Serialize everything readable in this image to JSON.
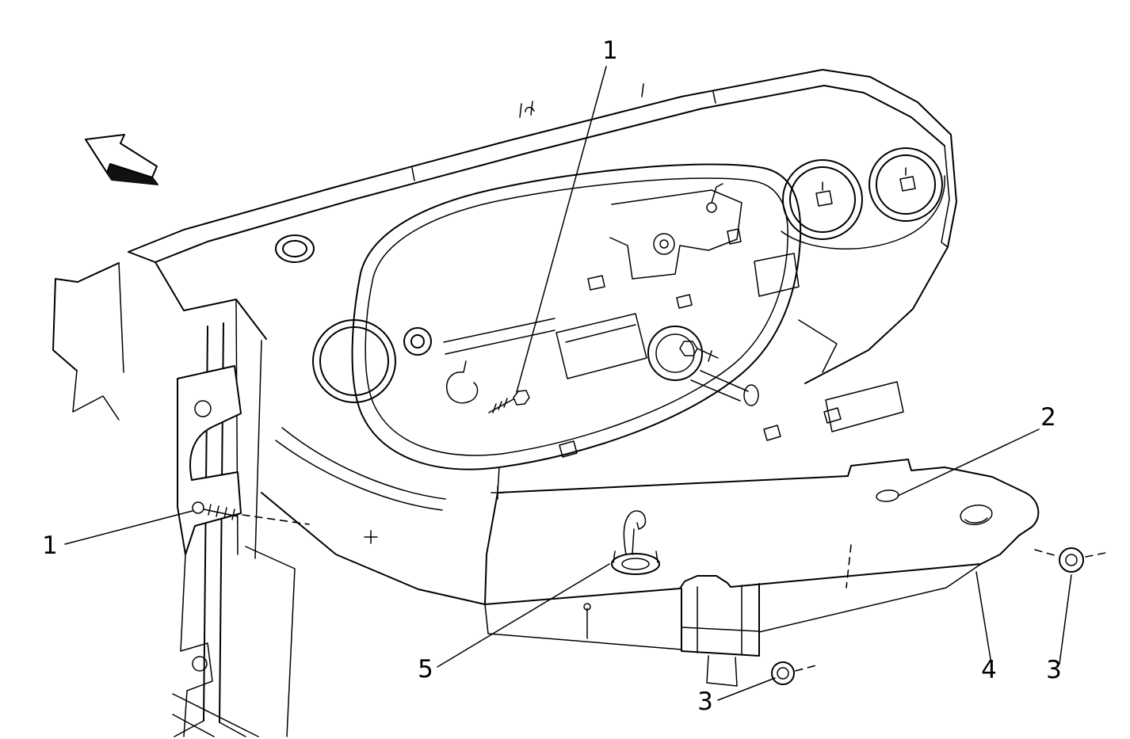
{
  "figure": {
    "kind": "exploded-parts-line-diagram",
    "background_color": "#ffffff",
    "line_color": "#000000",
    "callouts": [
      {
        "label": "1"
      },
      {
        "label": "1"
      },
      {
        "label": "2"
      },
      {
        "label": "3"
      },
      {
        "label": "3"
      },
      {
        "label": "4"
      },
      {
        "label": "5"
      }
    ]
  }
}
